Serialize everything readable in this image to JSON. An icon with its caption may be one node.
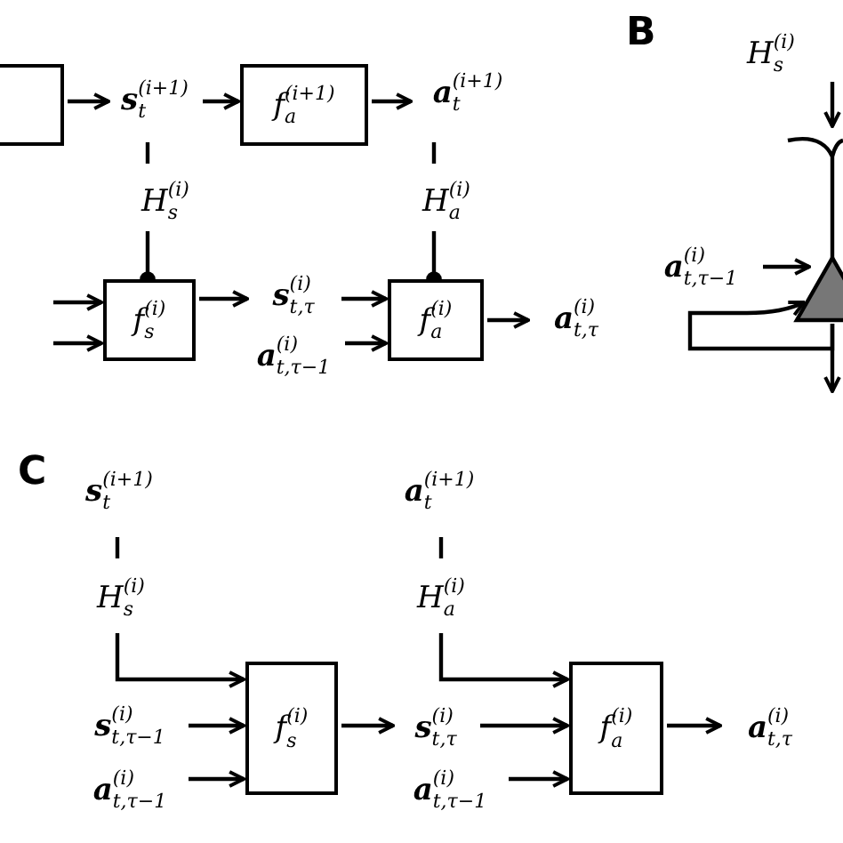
{
  "diagram": {
    "nodes": [
      {
        "text": [],
        "shape": "box"
      },
      {
        "text": [
          "**s**$_{t}$$^{(i+1)}$"
        ]
      },
      {
        "text": [
          "f$_{a}$$^{(i+1)}$"
        ]
      },
      {
        "text": [
          "**a**$_{t}$$^{(i+1)}$"
        ]
      },
      {
        "text": [
          "H$_{s}$$^{(i)}$"
        ]
      },
      {
        "text": [
          "H$_{a}$$^{(i)}$"
        ]
      },
      {
        "text": [
          "f$_{s}$$^{(i)}$"
        ]
      },
      {
        "text": [
          "**s**$_{t,τ}$$^{(i)}$"
        ]
      },
      {
        "text": [
          "**a**$_{t,τ−1}$$^{(i)}$"
        ]
      },
      {
        "text": [
          "f$_{a}$$^{(i)}$"
        ]
      },
      {
        "text": [
          "**a**$_{t,τ}$$^{(i)}$"
        ]
      },
      {
        "text": [
          "**a**$_{t,τ−1}$$^{(i)}$"
        ]
      },
      {
        "text": [],
        "shape": "triangle"
      },
      {
        "text": [
          "**s**$_{t}$$^{(i+1)}$"
        ]
      },
      {
        "text": [
          "H$_{s}$$^{(i)}$"
        ]
      },
      {
        "text": [
          "**s**$_{t,τ−1}$$^{(i)}$"
        ]
      },
      {
        "text": [
          "**a**$_{t,τ−1}$$^{(i)}$"
        ]
      },
      {
        "text": [
          "f$_{s}$$^{(i)}$"
        ]
      },
      {
        "text": [
          "**a**$_{t}$$^{(i+1)}$"
        ]
      },
      {
        "text": [
          "H$_{a}$$^{(i)}$"
        ]
      },
      {
        "text": [
          "**s**$_{t,τ}$$^{(i)}$"
        ]
      },
      {
        "text": [
          "**a**$_{t,τ−1}$$^{(i)}$"
        ]
      },
      {
        "text": [
          "f$_{a}$$^{(i)}$"
        ]
      },
      {
        "text": [
          "**a**$_{t,τ}$$^{(i)}$"
        ]
      }
    ],
    "edges": [
      {
        "from": 0,
        "to": 1,
        "arrow": "to"
      },
      {
        "from": 1,
        "to": 2,
        "arrow": "to"
      },
      {
        "from": 2,
        "to": 3,
        "arrow": "to"
      },
      {
        "from": 1,
        "to": 4,
        "arrow": "none"
      },
      {
        "from": 4,
        "to": 6,
        "arrow": "other"
      },
      {
        "from": 3,
        "to": 5,
        "arrow": "none"
      },
      {
        "from": 5,
        "to": 9,
        "arrow": "other"
      },
      {
        "from": null,
        "to": 6,
        "arrow": "to"
      },
      {
        "from": null,
        "to": 6,
        "arrow": "to"
      },
      {
        "from": 6,
        "to": 7,
        "arrow": "to"
      },
      {
        "from": 7,
        "to": 9,
        "arrow": "to"
      },
      {
        "from": 8,
        "to": 9,
        "arrow": "to"
      },
      {
        "from": 9,
        "to": 10,
        "arrow": "to"
      },
      {
        "from": null,
        "to": 12,
        "arrow": "to"
      },
      {
        "from": 11,
        "to": 12,
        "arrow": "to"
      },
      {
        "from": 12,
        "to": 12,
        "arrow": "to"
      },
      {
        "from": 12,
        "to": null,
        "arrow": "to"
      },
      {
        "from": 13,
        "to": 14,
        "arrow": "none"
      },
      {
        "from": 14,
        "to": 17,
        "arrow": "to"
      },
      {
        "from": 15,
        "to": 17,
        "arrow": "to"
      },
      {
        "from": 16,
        "to": 17,
        "arrow": "to"
      },
      {
        "from": 17,
        "to": 20,
        "arrow": "to"
      },
      {
        "from": 18,
        "to": 19,
        "arrow": "none"
      },
      {
        "from": 19,
        "to": 22,
        "arrow": "to"
      },
      {
        "from": 20,
        "to": 22,
        "arrow": "to"
      },
      {
        "from": 21,
        "to": 22,
        "arrow": "to"
      },
      {
        "from": 22,
        "to": 23,
        "arrow": "to"
      }
    ],
    "labels": [
      "B",
      "H$_{s}$$^{(i)}$",
      "C"
    ]
  }
}
